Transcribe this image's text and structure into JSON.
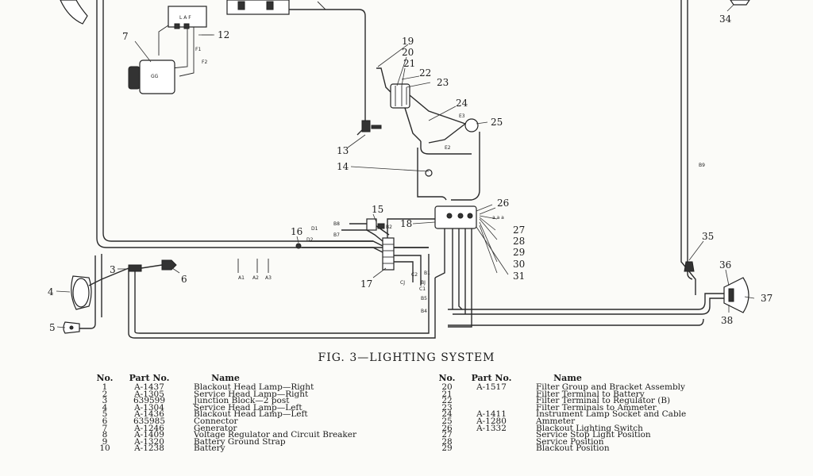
{
  "figure": {
    "title": "FIG. 3—LIGHTING SYSTEM",
    "callouts": [
      "3",
      "4",
      "5",
      "6",
      "7",
      "12",
      "13",
      "14",
      "15",
      "16",
      "17",
      "18",
      "19",
      "20",
      "21",
      "22",
      "23",
      "24",
      "25",
      "26",
      "27",
      "28",
      "29",
      "30",
      "31",
      "34",
      "35",
      "36",
      "37",
      "38"
    ],
    "wire_codes": [
      "F1",
      "F2",
      "E3",
      "E2",
      "B9",
      "B8",
      "B7",
      "B2",
      "D1",
      "D2",
      "A1",
      "A2",
      "A3",
      "C2",
      "CJ",
      "C1",
      "B1",
      "BJ",
      "B5",
      "B4",
      "GG"
    ]
  },
  "parts_table": {
    "headers": {
      "no": "No.",
      "part_no": "Part No.",
      "name": "Name"
    },
    "left": [
      {
        "no": "1",
        "part_no": "A-1437",
        "name": "Blackout Head Lamp—Right"
      },
      {
        "no": "2",
        "part_no": "A-1305",
        "name": "Service Head Lamp—Right"
      },
      {
        "no": "3",
        "part_no": "639599",
        "name": "Junction Block—2 post"
      },
      {
        "no": "4",
        "part_no": "A-1304",
        "name": "Service Head Lamp—Left"
      },
      {
        "no": "5",
        "part_no": "A-1436",
        "name": "Blackout Head Lamp—Left"
      },
      {
        "no": "6",
        "part_no": "635985",
        "name": "Connector"
      },
      {
        "no": "7",
        "part_no": "A-1246",
        "name": "Generator"
      },
      {
        "no": "8",
        "part_no": "A-1409",
        "name": "Voltage Regulator and Circuit Breaker"
      },
      {
        "no": "9",
        "part_no": "A-1320",
        "name": "Battery Ground Strap"
      },
      {
        "no": "10",
        "part_no": "A-1238",
        "name": "Battery"
      }
    ],
    "right": [
      {
        "no": "20",
        "part_no": "A-1517",
        "name": "Filter Group and Bracket Assembly"
      },
      {
        "no": "21",
        "part_no": "",
        "name": "Filter Terminal to Battery"
      },
      {
        "no": "22",
        "part_no": "",
        "name": "Filter Terminal to Regulator (B)"
      },
      {
        "no": "23",
        "part_no": "",
        "name": "Filter Terminals to Ammeter"
      },
      {
        "no": "24",
        "part_no": "A-1411",
        "name": "Instrument Lamp Socket and Cable"
      },
      {
        "no": "25",
        "part_no": "A-1280",
        "name": "Ammeter"
      },
      {
        "no": "26",
        "part_no": "A-1332",
        "name": "Blackout Lighting Switch"
      },
      {
        "no": "27",
        "part_no": "",
        "name": "Service Stop Light Position"
      },
      {
        "no": "28",
        "part_no": "",
        "name": "Service Position"
      },
      {
        "no": "29",
        "part_no": "",
        "name": "Blackout Position"
      }
    ]
  }
}
